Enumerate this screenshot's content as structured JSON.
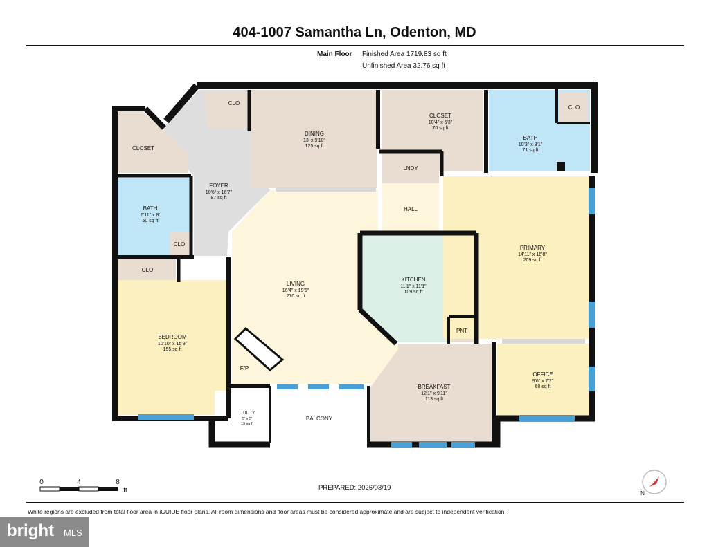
{
  "header": {
    "address": "404-1007 Samantha Ln, Odenton, MD",
    "floor_label": "Main Floor",
    "finished_area": "Finished Area 1719.83 sq ft",
    "unfinished_area": "Unfinished Area 32.76 sq ft"
  },
  "rooms": {
    "dining": {
      "name": "DINING",
      "dims": "13' x 9'10\"",
      "area": "125 sq ft"
    },
    "closet_top": {
      "name": "CLOSET",
      "dims": "10'4\" x 6'3\"",
      "area": "70 sq ft"
    },
    "bath_right": {
      "name": "BATH",
      "dims": "10'3\" x 8'1\"",
      "area": "71 sq ft"
    },
    "foyer": {
      "name": "FOYER",
      "dims": "10'6\" x 16'7\"",
      "area": "87 sq ft"
    },
    "bath_left": {
      "name": "BATH",
      "dims": "6'11\" x 8'",
      "area": "50 sq ft"
    },
    "living": {
      "name": "LIVING",
      "dims": "16'4\" x 19'6\"",
      "area": "270 sq ft"
    },
    "kitchen": {
      "name": "KITCHEN",
      "dims": "11'1\" x 11'1\"",
      "area": "109 sq ft"
    },
    "primary": {
      "name": "PRIMARY",
      "dims": "14'11\" x 16'8\"",
      "area": "209 sq ft"
    },
    "bedroom": {
      "name": "BEDROOM",
      "dims": "10'10\" x 15'9\"",
      "area": "155 sq ft"
    },
    "breakfast": {
      "name": "BREAKFAST",
      "dims": "12'1\" x 9'11\"",
      "area": "113 sq ft"
    },
    "office": {
      "name": "OFFICE",
      "dims": "9'6\" x 7'2\"",
      "area": "68 sq ft"
    },
    "utility": {
      "name": "UTILITY",
      "dims": "5' x 5'",
      "area": "19 sq ft"
    }
  },
  "labels": {
    "clo": "CLO",
    "closet": "CLOSET",
    "lndy": "LNDY",
    "hall": "HALL",
    "pnt": "PNT",
    "fp": "F/P",
    "balcony": "BALCONY"
  },
  "scale": {
    "ticks": [
      "0",
      "4",
      "8"
    ],
    "unit": "ft"
  },
  "prepared": "PREPARED: 2026/03/19",
  "compass": {
    "label": "N"
  },
  "footer": "White regions are excluded from total floor area in iGUIDE floor plans. All room dimensions and floor areas must be considered approximate and are subject to independent verification.",
  "brand": {
    "name": "bright",
    "suffix": "MLS"
  },
  "colors": {
    "wall": "#111111",
    "beige": "#e8ddd0",
    "yellow": "#fcefc0",
    "living": "#fdf6dc",
    "blue": "#bfe5f7",
    "green": "#ddf0e8",
    "gray": "#dedede",
    "window": "#4a9fd4"
  }
}
